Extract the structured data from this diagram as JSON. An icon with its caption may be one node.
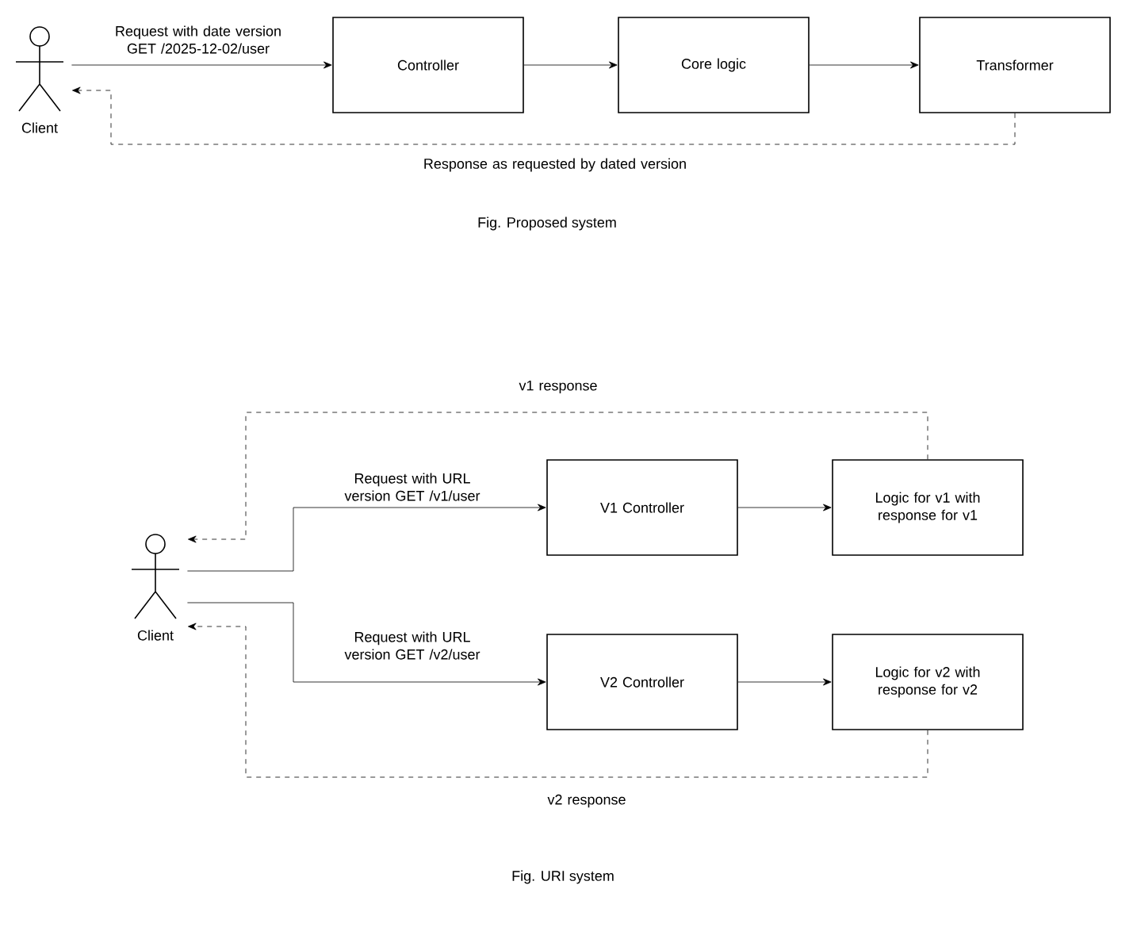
{
  "diagram": {
    "nodes": [
      {
        "text": [
          "Client"
        ]
      },
      {
        "text": [
          "Controller"
        ]
      },
      {
        "text": [
          "Core logic"
        ]
      },
      {
        "text": [
          "Transformer"
        ]
      },
      {
        "text": [
          "Client"
        ]
      },
      {
        "text": [
          "V1 Controller"
        ]
      },
      {
        "text": [
          "Logic for v1 with response for v1"
        ]
      },
      {
        "text": [
          "V2 Controller"
        ]
      },
      {
        "text": [
          "Logic for v2 with response for v2"
        ]
      }
    ],
    "edges": [
      {
        "from": 0,
        "to": 1,
        "arrow": "to",
        "label": "Request with date version GET /2025-12-02/user"
      },
      {
        "from": 1,
        "to": 2,
        "arrow": "to"
      },
      {
        "from": 2,
        "to": 3,
        "arrow": "to"
      },
      {
        "from": 3,
        "to": 0,
        "arrow": "to",
        "style": "dashed",
        "label": "Response as requested by dated version"
      },
      {
        "from": 4,
        "to": 5,
        "arrow": "to",
        "label": "Request with URL version GET /v1/user"
      },
      {
        "from": 5,
        "to": 6,
        "arrow": "to"
      },
      {
        "from": 6,
        "to": 4,
        "arrow": "to",
        "style": "dashed",
        "label": "v1 response"
      },
      {
        "from": 4,
        "to": 7,
        "arrow": "to",
        "label": "Request with URL version GET /v2/user"
      },
      {
        "from": 7,
        "to": 8,
        "arrow": "to"
      },
      {
        "from": 8,
        "to": 4,
        "arrow": "to",
        "style": "dashed",
        "label": "v2 response"
      }
    ],
    "labels": [
      "Fig. Proposed system",
      "Fig. URI system"
    ]
  }
}
